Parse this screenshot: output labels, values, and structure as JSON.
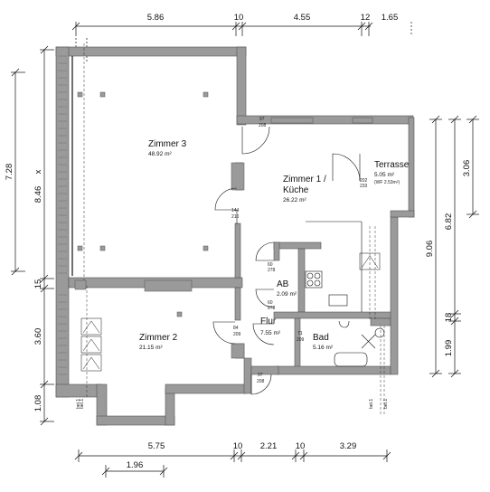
{
  "rooms": {
    "zimmer3": {
      "name": "Zimmer 3",
      "area": "48.92 m²"
    },
    "zimmer1": {
      "name_line1": "Zimmer 1 /",
      "name_line2": "Küche",
      "area": "26.22 m²"
    },
    "terrasse": {
      "name": "Terrasse",
      "area": "5.05 m²",
      "area_wf": "(WF 2.53m²)"
    },
    "ab": {
      "name": "AB",
      "area": "2.09 m²"
    },
    "zimmer2": {
      "name": "Zimmer 2",
      "area": "21.15 m²"
    },
    "flur": {
      "name": "Flur",
      "area": "7.55 m²"
    },
    "bad": {
      "name": "Bad",
      "area": "5.16 m²"
    }
  },
  "dims_top": [
    "5.86",
    "10",
    "4.55",
    "12",
    "1.65"
  ],
  "dims_bottom": [
    "5.75",
    "10",
    "2.21",
    "10",
    "3.29"
  ],
  "dim_bottom_inner": "1.96",
  "dims_left": [
    "7.28",
    "x",
    "8.46",
    "15",
    "3.60",
    "1.08"
  ],
  "dims_right": [
    "3.06",
    "6.82",
    "9.06",
    "18",
    "1.99"
  ],
  "door_marks": {
    "z1_top": [
      "97",
      "208"
    ],
    "z3_door": [
      "144",
      "210"
    ],
    "ab_top": [
      "60",
      "278"
    ],
    "ab_bottom": [
      "60",
      "278"
    ],
    "terrace_door": [
      "202",
      "233"
    ],
    "flur_door": [
      "84",
      "209"
    ],
    "bad_door": [
      "71",
      "209"
    ],
    "bottom_door": [
      "97",
      "208"
    ]
  },
  "stair_labels": [
    "bet.1",
    "bet.1",
    "bet.1",
    "bet.1"
  ]
}
